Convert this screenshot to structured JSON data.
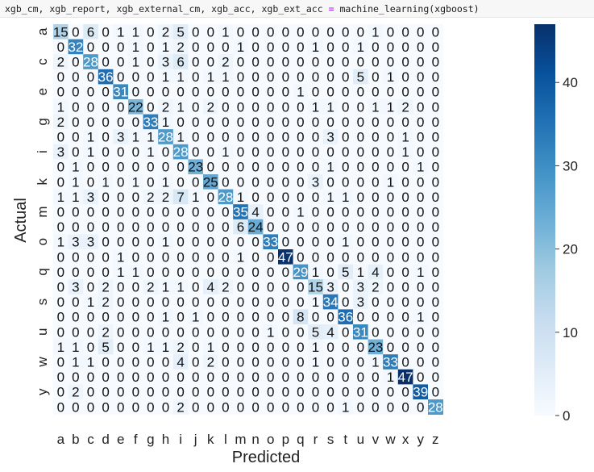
{
  "code": {
    "lhs": "xgb_cm, xgb_report, xgb_external_cm, xgb_acc, xgb_ext_acc",
    "op": "=",
    "rhs": "machine_learning(xgboost)"
  },
  "chart_data": {
    "type": "heatmap",
    "title": "",
    "xlabel": "Predicted",
    "ylabel": "Actual",
    "x_labels": [
      "a",
      "b",
      "c",
      "d",
      "e",
      "f",
      "g",
      "h",
      "i",
      "j",
      "k",
      "l",
      "m",
      "n",
      "o",
      "p",
      "q",
      "r",
      "s",
      "t",
      "u",
      "v",
      "w",
      "x",
      "y",
      "z"
    ],
    "y_labels": [
      "a",
      "",
      "c",
      "",
      "e",
      "",
      "g",
      "",
      "i",
      "",
      "k",
      "",
      "m",
      "",
      "o",
      "",
      "q",
      "",
      "s",
      "",
      "u",
      "",
      "w",
      "",
      "y",
      ""
    ],
    "colorbar_ticks": [
      0,
      10,
      20,
      30,
      40
    ],
    "vmin": 0,
    "vmax": 47,
    "colormap": "Blues",
    "color_low": "#f7fbff",
    "color_high": "#08306b",
    "matrix": [
      [
        15,
        0,
        6,
        0,
        1,
        1,
        0,
        2,
        5,
        0,
        0,
        1,
        0,
        0,
        0,
        0,
        0,
        0,
        0,
        0,
        0,
        1,
        0,
        0,
        0,
        0
      ],
      [
        0,
        32,
        0,
        0,
        0,
        1,
        0,
        1,
        2,
        0,
        0,
        0,
        1,
        0,
        0,
        0,
        0,
        1,
        0,
        0,
        1,
        0,
        0,
        0,
        0,
        0
      ],
      [
        2,
        0,
        28,
        0,
        0,
        1,
        0,
        3,
        6,
        0,
        0,
        2,
        0,
        0,
        0,
        0,
        0,
        0,
        0,
        0,
        0,
        0,
        0,
        0,
        0,
        0
      ],
      [
        0,
        0,
        0,
        36,
        0,
        0,
        0,
        1,
        1,
        0,
        1,
        1,
        0,
        0,
        0,
        0,
        0,
        0,
        0,
        0,
        5,
        0,
        1,
        0,
        0,
        0
      ],
      [
        0,
        0,
        0,
        0,
        31,
        0,
        0,
        0,
        0,
        0,
        0,
        0,
        0,
        0,
        0,
        0,
        1,
        0,
        0,
        0,
        0,
        0,
        0,
        0,
        0,
        0
      ],
      [
        1,
        0,
        0,
        0,
        0,
        22,
        0,
        2,
        1,
        0,
        2,
        0,
        0,
        0,
        0,
        0,
        0,
        1,
        1,
        0,
        0,
        1,
        1,
        2,
        0,
        0
      ],
      [
        2,
        0,
        0,
        0,
        0,
        0,
        33,
        1,
        0,
        0,
        0,
        0,
        0,
        0,
        0,
        0,
        0,
        0,
        0,
        0,
        0,
        0,
        0,
        0,
        0,
        0
      ],
      [
        0,
        0,
        1,
        0,
        3,
        1,
        1,
        28,
        1,
        0,
        0,
        0,
        0,
        0,
        0,
        0,
        0,
        0,
        3,
        0,
        0,
        0,
        0,
        1,
        0,
        0
      ],
      [
        3,
        0,
        1,
        0,
        0,
        0,
        1,
        0,
        28,
        0,
        0,
        1,
        0,
        0,
        0,
        0,
        0,
        0,
        0,
        0,
        0,
        0,
        0,
        1,
        0,
        0
      ],
      [
        0,
        1,
        0,
        0,
        0,
        0,
        0,
        0,
        0,
        23,
        0,
        0,
        0,
        0,
        0,
        0,
        0,
        0,
        1,
        0,
        0,
        0,
        0,
        0,
        1,
        0
      ],
      [
        0,
        1,
        0,
        1,
        0,
        1,
        0,
        1,
        0,
        0,
        25,
        0,
        0,
        0,
        0,
        0,
        0,
        3,
        0,
        0,
        0,
        0,
        1,
        0,
        0,
        0
      ],
      [
        1,
        1,
        3,
        0,
        0,
        0,
        2,
        2,
        7,
        1,
        0,
        28,
        1,
        0,
        0,
        0,
        0,
        0,
        1,
        1,
        0,
        0,
        0,
        0,
        0,
        0
      ],
      [
        0,
        0,
        0,
        0,
        0,
        0,
        0,
        0,
        0,
        0,
        0,
        0,
        35,
        4,
        0,
        0,
        1,
        0,
        0,
        0,
        0,
        0,
        0,
        0,
        0,
        0
      ],
      [
        0,
        0,
        0,
        0,
        0,
        0,
        0,
        0,
        0,
        0,
        0,
        0,
        6,
        24,
        0,
        0,
        0,
        0,
        0,
        0,
        0,
        0,
        0,
        0,
        0,
        0
      ],
      [
        1,
        3,
        3,
        0,
        0,
        0,
        0,
        1,
        0,
        0,
        0,
        0,
        0,
        0,
        33,
        0,
        0,
        0,
        0,
        1,
        0,
        0,
        0,
        0,
        0,
        0
      ],
      [
        0,
        0,
        0,
        0,
        1,
        0,
        0,
        0,
        0,
        0,
        0,
        0,
        1,
        0,
        0,
        47,
        0,
        0,
        0,
        0,
        0,
        0,
        0,
        0,
        0,
        0
      ],
      [
        0,
        0,
        0,
        0,
        1,
        1,
        0,
        0,
        0,
        0,
        0,
        0,
        0,
        0,
        0,
        0,
        29,
        1,
        0,
        5,
        1,
        4,
        0,
        0,
        1,
        0
      ],
      [
        0,
        3,
        0,
        2,
        0,
        0,
        2,
        1,
        1,
        0,
        4,
        2,
        0,
        0,
        0,
        0,
        0,
        15,
        3,
        0,
        3,
        2,
        0,
        0,
        0,
        0
      ],
      [
        0,
        0,
        1,
        2,
        0,
        0,
        0,
        0,
        0,
        0,
        0,
        0,
        0,
        0,
        0,
        0,
        0,
        1,
        34,
        0,
        3,
        0,
        0,
        0,
        0,
        0
      ],
      [
        0,
        0,
        0,
        0,
        0,
        0,
        0,
        1,
        0,
        1,
        0,
        0,
        0,
        0,
        0,
        0,
        8,
        0,
        0,
        36,
        0,
        0,
        0,
        0,
        1,
        0
      ],
      [
        0,
        0,
        0,
        2,
        0,
        0,
        0,
        0,
        0,
        0,
        0,
        0,
        0,
        0,
        1,
        0,
        0,
        5,
        4,
        0,
        31,
        0,
        0,
        0,
        0,
        0
      ],
      [
        1,
        1,
        0,
        5,
        0,
        0,
        1,
        1,
        2,
        0,
        1,
        0,
        0,
        0,
        0,
        0,
        0,
        1,
        0,
        0,
        0,
        23,
        0,
        0,
        0,
        0
      ],
      [
        0,
        1,
        1,
        0,
        0,
        0,
        0,
        0,
        4,
        0,
        2,
        0,
        0,
        0,
        0,
        0,
        0,
        1,
        0,
        0,
        0,
        1,
        33,
        0,
        0,
        0
      ],
      [
        0,
        0,
        0,
        0,
        0,
        0,
        0,
        0,
        0,
        0,
        0,
        0,
        0,
        0,
        0,
        0,
        0,
        0,
        0,
        0,
        0,
        0,
        1,
        47,
        0,
        0
      ],
      [
        0,
        2,
        0,
        0,
        0,
        0,
        0,
        0,
        0,
        0,
        0,
        0,
        0,
        0,
        0,
        0,
        0,
        0,
        0,
        0,
        0,
        0,
        0,
        0,
        39,
        0
      ],
      [
        0,
        0,
        0,
        0,
        0,
        0,
        0,
        0,
        2,
        0,
        0,
        0,
        0,
        0,
        0,
        0,
        0,
        0,
        0,
        1,
        0,
        0,
        0,
        0,
        0,
        28
      ]
    ]
  }
}
